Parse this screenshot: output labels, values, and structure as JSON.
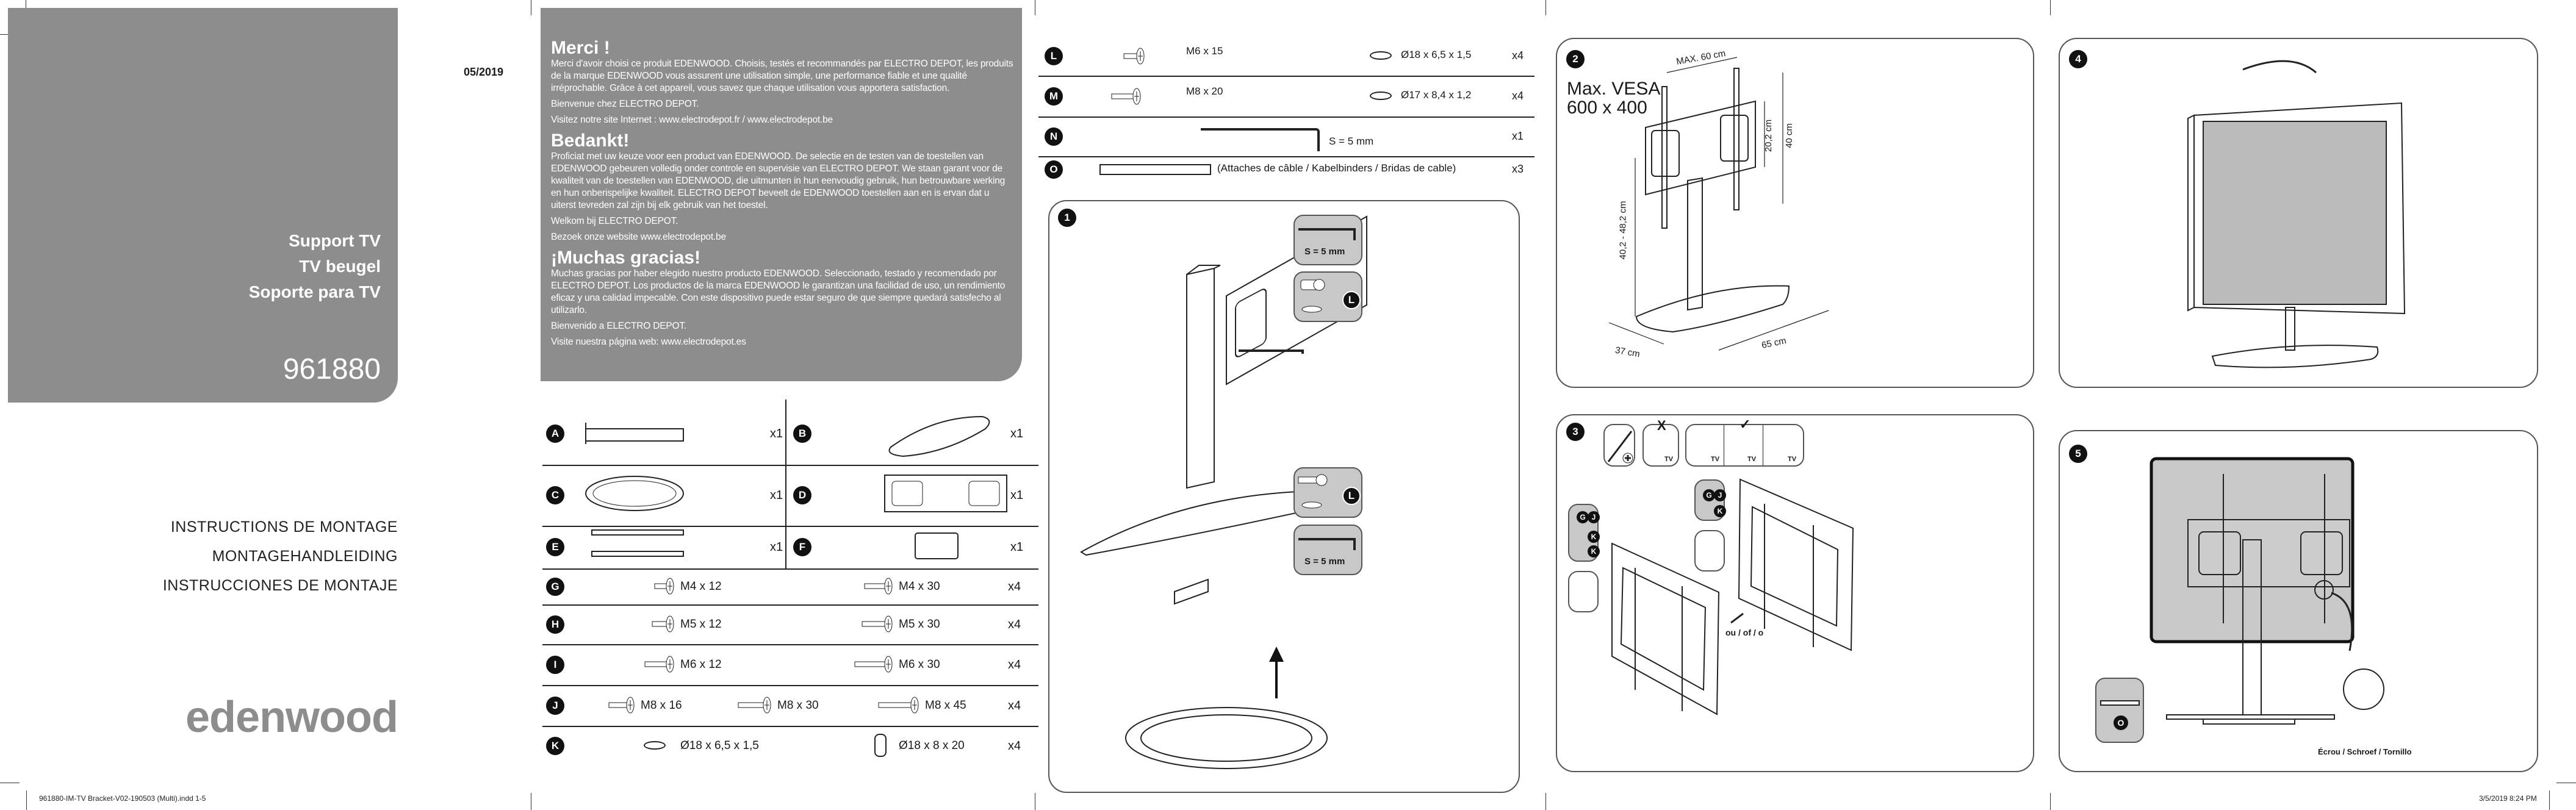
{
  "cover": {
    "titles": [
      "Support TV",
      "TV beugel",
      "Soporte para TV"
    ],
    "model_number": "961880",
    "date": "05/2019",
    "instructions": [
      "INSTRUCTIONS DE MONTAGE",
      "MONTAGEHANDLEIDING",
      "INSTRUCCIONES DE MONTAJE"
    ],
    "brand": "edenwood"
  },
  "welcome": {
    "fr": {
      "heading": "Merci !",
      "body": "Merci d'avoir choisi ce produit EDENWOOD. Choisis, testés et recommandés par ELECTRO DEPOT, les produits de la marque EDENWOOD vous assurent une utilisation simple, une performance fiable et une qualité irréprochable. Grâce à cet appareil, vous savez que chaque utilisation vous apportera satisfaction.",
      "welcome": "Bienvenue chez ELECTRO DEPOT.",
      "site": "Visitez notre site Internet : www.electrodepot.fr / www.electrodepot.be"
    },
    "nl": {
      "heading": "Bedankt!",
      "body": "Proficiat met uw keuze voor een product van EDENWOOD. De selectie en de testen van de toestellen van EDENWOOD gebeuren volledig onder controle en supervisie van ELECTRO DEPOT. We staan garant voor de kwaliteit van de toestellen van EDENWOOD, die uitmunten in hun eenvoudig gebruik, hun betrouwbare werking en hun onberispelijke kwaliteit. ELECTRO DEPOT beveelt de EDENWOOD toestellen aan en is ervan dat u uiterst tevreden zal zijn bij elk gebruik van het toestel.",
      "welcome": "Welkom bij ELECTRO DEPOT.",
      "site": "Bezoek onze website www.electrodepot.be"
    },
    "es": {
      "heading": "¡Muchas gracias!",
      "body": "Muchas gracias por haber elegido nuestro producto EDENWOOD. Seleccionado, testado y recomendado por ELECTRO DEPOT. Los productos de la marca EDENWOOD le garantizan una facilidad de uso, un rendimiento eficaz y una calidad impecable. Con este dispositivo puede estar seguro de que siempre quedará satisfecho al utilizarlo.",
      "welcome": "Bienvenido a ELECTRO DEPOT.",
      "site": "Visite nuestra página web: www.electrodepot.es"
    }
  },
  "parts_pairs": [
    {
      "left": {
        "letter": "A",
        "qty": "x1",
        "icon": "column-icon"
      },
      "right": {
        "letter": "B",
        "qty": "x1",
        "icon": "base-plate-icon"
      }
    },
    {
      "left": {
        "letter": "C",
        "qty": "x1",
        "icon": "swivel-ring-icon"
      },
      "right": {
        "letter": "D",
        "qty": "x1",
        "icon": "mounting-plate-icon"
      }
    },
    {
      "left": {
        "letter": "E",
        "qty": "x1",
        "icon": "vertical-arms-icon"
      },
      "right": {
        "letter": "F",
        "qty": "x1",
        "icon": "small-plate-icon"
      }
    }
  ],
  "hardware": [
    {
      "letter": "G",
      "items": [
        "M4 x 12",
        "M4 x 30"
      ],
      "qty": "x4"
    },
    {
      "letter": "H",
      "items": [
        "M5 x 12",
        "M5 x 30"
      ],
      "qty": "x4"
    },
    {
      "letter": "I",
      "items": [
        "M6 x 12",
        "M6 x 30"
      ],
      "qty": "x4"
    },
    {
      "letter": "J",
      "items": [
        "M8 x 16",
        "M8 x 30",
        "M8 x 45"
      ],
      "qty": "x4"
    },
    {
      "letter": "K",
      "items": [
        "Ø18 x 6,5 x 1,5",
        "Ø18 x 8 x 20"
      ],
      "qty": "x4"
    }
  ],
  "accessories": [
    {
      "letter": "L",
      "items": [
        "M6 x 15",
        "Ø18 x 6,5 x 1,5"
      ],
      "qty": "x4"
    },
    {
      "letter": "M",
      "items": [
        "M8 x 20",
        "Ø17 x 8,4 x 1,2"
      ],
      "qty": "x4"
    },
    {
      "letter": "N",
      "items": [
        "S = 5 mm"
      ],
      "qty": "x1"
    },
    {
      "letter": "O",
      "items": [
        "(Attaches de câble / Kabelbinders / Bridas de cable)"
      ],
      "qty": "x3"
    }
  ],
  "steps": {
    "s1": {
      "number": "1",
      "hex_key": "S = 5 mm",
      "part": "L"
    },
    "s2": {
      "number": "2",
      "vesa_title": "Max. VESA",
      "vesa_size": "600 x 400",
      "max_width": "MAX. 60 cm",
      "dim_plate": "20,2 cm",
      "dim_arm": "40 cm",
      "dim_height": "40,2 - 48,2 cm",
      "dim_depth": "37 cm",
      "dim_width": "65 cm"
    },
    "s3": {
      "number": "3",
      "tv": "TV",
      "wrong": "X",
      "right": "✓",
      "g": "G",
      "j": "J",
      "k": "K",
      "or": "ou / of / o"
    },
    "s4": {
      "number": "4"
    },
    "s5": {
      "number": "5",
      "part": "O",
      "nut": "Écrou / Schroef / Tornillo"
    }
  },
  "footer": {
    "file": "961880-IM-TV Bracket-V02-190503 (Multi).indd   1-5",
    "timestamp": "3/5/2019   8:24 PM"
  }
}
